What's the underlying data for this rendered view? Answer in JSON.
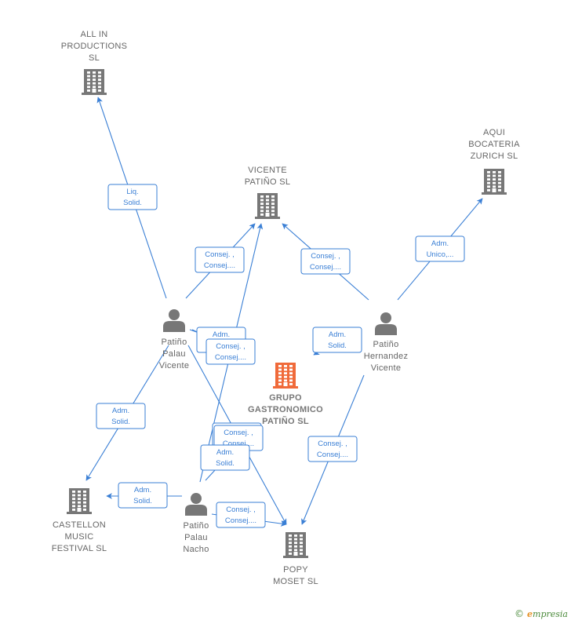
{
  "nodes": [
    {
      "id": "all_in",
      "type": "company",
      "lines": [
        "ALL IN",
        "PRODUCTIONS",
        "SL"
      ],
      "color": "#777777"
    },
    {
      "id": "vicente_sl",
      "type": "company",
      "lines": [
        "VICENTE",
        "PATIÑO  SL"
      ],
      "color": "#777777"
    },
    {
      "id": "aqui",
      "type": "company",
      "lines": [
        "AQUI",
        "BOCATERIA",
        "ZURICH  SL"
      ],
      "color": "#777777"
    },
    {
      "id": "grupo",
      "type": "company",
      "lines": [
        "GRUPO",
        "GASTRONOMICO",
        "PATIÑO  SL"
      ],
      "color": "#f06a3a",
      "focus": true
    },
    {
      "id": "castellon",
      "type": "company",
      "lines": [
        "CASTELLON",
        "MUSIC",
        "FESTIVAL SL"
      ],
      "color": "#777777"
    },
    {
      "id": "popy",
      "type": "company",
      "lines": [
        "POPY",
        "MOSET  SL"
      ],
      "color": "#777777"
    },
    {
      "id": "p_vicente",
      "type": "person",
      "lines": [
        "Patiño",
        "Palau",
        "Vicente"
      ],
      "color": "#777777"
    },
    {
      "id": "p_hernandez",
      "type": "person",
      "lines": [
        "Patiño",
        "Hernandez",
        "Vicente"
      ],
      "color": "#777777"
    },
    {
      "id": "p_nacho",
      "type": "person",
      "lines": [
        "Patiño",
        "Palau",
        "Nacho"
      ],
      "color": "#777777"
    }
  ],
  "edges": [
    {
      "from": "p_vicente",
      "to": "all_in",
      "label": [
        "Liq.",
        "Solid."
      ]
    },
    {
      "from": "p_vicente",
      "to": "vicente_sl",
      "label": [
        "Consej. ,",
        "Consej...."
      ]
    },
    {
      "from": "p_vicente",
      "to": "grupo",
      "label": [
        "Adm.",
        "Solid."
      ]
    },
    {
      "from": "p_vicente",
      "to": "grupo",
      "label": [
        "Consej. ,",
        "Consej...."
      ]
    },
    {
      "from": "p_vicente",
      "to": "castellon",
      "label": [
        "Adm.",
        "Solid."
      ]
    },
    {
      "from": "p_vicente",
      "to": "popy",
      "label": [
        "Consej. ,",
        "Consej...."
      ]
    },
    {
      "from": "p_hernandez",
      "to": "vicente_sl",
      "label": [
        "Consej. ,",
        "Consej...."
      ]
    },
    {
      "from": "p_hernandez",
      "to": "aqui",
      "label": [
        "Adm.",
        "Unico,..."
      ]
    },
    {
      "from": "p_hernandez",
      "to": "grupo",
      "label": [
        "Adm.",
        "Solid."
      ]
    },
    {
      "from": "p_hernandez",
      "to": "popy",
      "label": [
        "Consej. ,",
        "Consej...."
      ]
    },
    {
      "from": "p_nacho",
      "to": "vicente_sl",
      "label": [
        "Consej. ,",
        "Consej...."
      ]
    },
    {
      "from": "p_nacho",
      "to": "grupo",
      "label": [
        "Adm.",
        "Solid."
      ]
    },
    {
      "from": "p_nacho",
      "to": "castellon",
      "label": [
        "Adm.",
        "Solid."
      ]
    },
    {
      "from": "p_nacho",
      "to": "popy",
      "label": [
        "Consej. ,",
        "Consej...."
      ]
    }
  ],
  "footer": {
    "copyright": "©",
    "brand_initial": "e",
    "brand_rest": "mpresia"
  },
  "colors": {
    "edge": "#3a7fd5",
    "focus_node": "#f06a3a",
    "node": "#777777"
  }
}
